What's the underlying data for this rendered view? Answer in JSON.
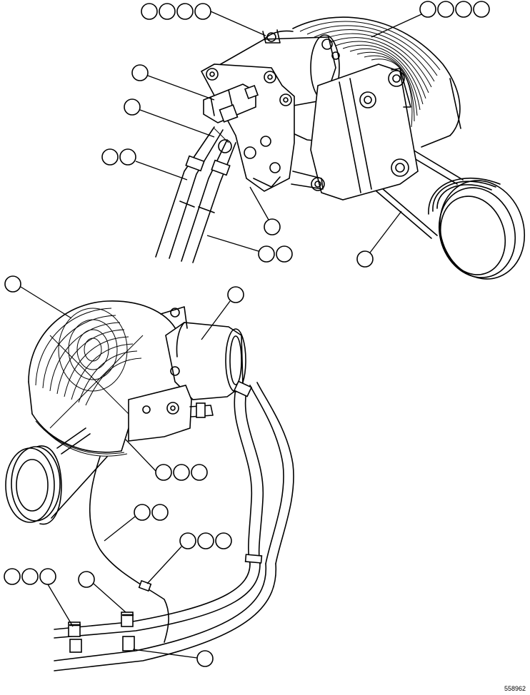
{
  "figure": {
    "reference_code": "558962"
  },
  "colors": {
    "ink": "#000000",
    "paper": "#ffffff"
  },
  "callout_groups": [
    {
      "id": "top-left-4",
      "count": 4
    },
    {
      "id": "top-right-4",
      "count": 4
    },
    {
      "id": "upper-single-a",
      "count": 1
    },
    {
      "id": "upper-single-b",
      "count": 1
    },
    {
      "id": "upper-pair-left",
      "count": 2
    },
    {
      "id": "upper-single-c",
      "count": 1
    },
    {
      "id": "upper-pair-bottom",
      "count": 2
    },
    {
      "id": "upper-single-belt",
      "count": 1
    },
    {
      "id": "lower-single-fan",
      "count": 1
    },
    {
      "id": "lower-single-housing",
      "count": 1
    },
    {
      "id": "lower-triple-bracket",
      "count": 3
    },
    {
      "id": "lower-pair-wire",
      "count": 2
    },
    {
      "id": "lower-triple-clip",
      "count": 3
    },
    {
      "id": "lower-triple-left",
      "count": 3
    },
    {
      "id": "lower-single-clamp",
      "count": 1
    },
    {
      "id": "lower-single-bottom",
      "count": 1
    }
  ]
}
